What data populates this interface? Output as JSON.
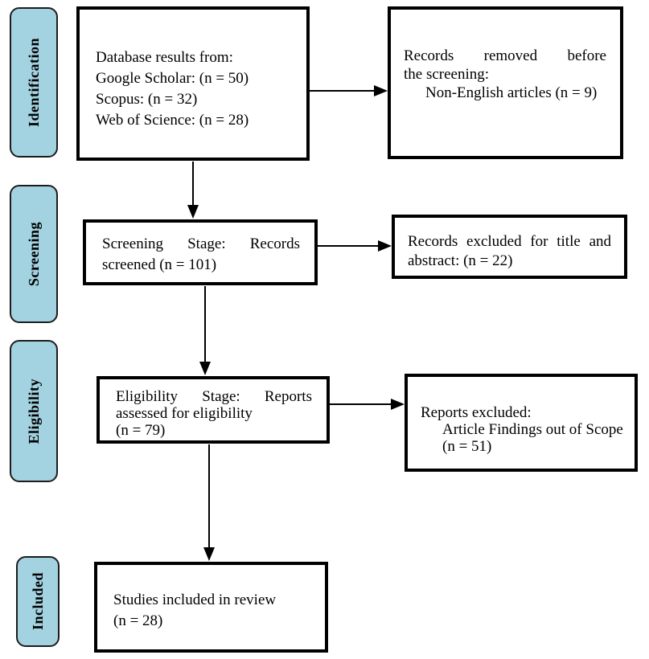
{
  "stages": [
    {
      "label": "Identification"
    },
    {
      "label": "Screening"
    },
    {
      "label": "Eligibility"
    },
    {
      "label": "Included"
    }
  ],
  "colors": {
    "stage_label_bg": "#A3D2E0",
    "box_border": "#000000",
    "background": "#FFFFFF"
  },
  "boxes": {
    "database": {
      "lines": [
        {
          "text": "Database results from:"
        },
        {
          "text": "Google Scholar: (n = 50)"
        },
        {
          "text": "Scopus: (n = 32)"
        },
        {
          "text": "Web of Science: (n = 28)"
        }
      ]
    },
    "records_removed": {
      "lines": [
        {
          "text": "Records removed before",
          "justify": true
        },
        {
          "text": "the screening:"
        },
        {
          "text": "Non-English articles (n = 9)",
          "indent": true
        }
      ]
    },
    "screening": {
      "lines": [
        {
          "text": "Screening Stage: Records",
          "justify": true
        },
        {
          "text": "screened (n = 101)"
        }
      ]
    },
    "records_excluded": {
      "lines": [
        {
          "text": "Records excluded for title and",
          "justify": true
        },
        {
          "text": "abstract: (n = 22)"
        }
      ]
    },
    "eligibility": {
      "lines": [
        {
          "text": "Eligibility Stage: Reports",
          "justify": true
        },
        {
          "text": "assessed for eligibility"
        },
        {
          "text": "(n = 79)"
        }
      ]
    },
    "reports_excluded": {
      "lines": [
        {
          "text": "Reports excluded:"
        },
        {
          "text": "Article Findings out of Scope",
          "indent": true
        },
        {
          "text": "(n = 51)",
          "indent": true
        }
      ]
    },
    "included": {
      "lines": [
        {
          "text": "Studies included in review"
        },
        {
          "text": "(n = 28)"
        }
      ]
    }
  }
}
